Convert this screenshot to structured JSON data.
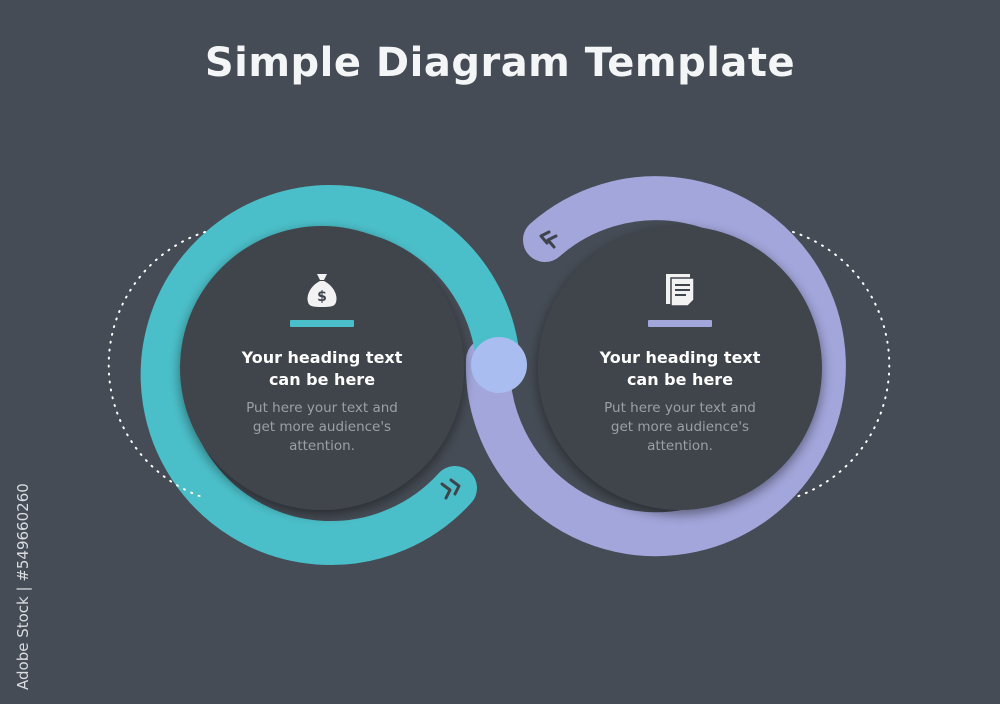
{
  "title": "Simple Diagram Template",
  "colors": {
    "background": "#464c55",
    "teal": "#4bbfc9",
    "lavender": "#a3a6db",
    "center_dot": "#a9bdf0"
  },
  "blocks": [
    {
      "icon": "money-bag-icon",
      "heading_line1": "Your heading text",
      "heading_line2": "can be here",
      "desc_line1": "Put here your text and",
      "desc_line2": "get more audience's",
      "desc_line3": "attention."
    },
    {
      "icon": "document-icon",
      "heading_line1": "Your heading text",
      "heading_line2": "can be here",
      "desc_line1": "Put here your text and",
      "desc_line2": "get more audience's",
      "desc_line3": "attention."
    }
  ],
  "watermark": "Adobe Stock | #549660260"
}
